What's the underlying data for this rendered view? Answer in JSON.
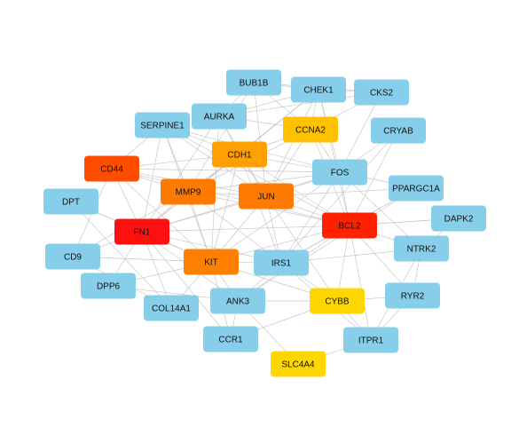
{
  "chart_data": {
    "type": "network",
    "nodes": [
      {
        "id": "BUB1B",
        "label": "BUB1B",
        "color": "#87CEEB"
      },
      {
        "id": "CHEK1",
        "label": "CHEK1",
        "color": "#87CEEB"
      },
      {
        "id": "CKS2",
        "label": "CKS2",
        "color": "#87CEEB"
      },
      {
        "id": "AURKA",
        "label": "AURKA",
        "color": "#87CEEB"
      },
      {
        "id": "SERPINE1",
        "label": "SERPINE1",
        "color": "#87CEEB"
      },
      {
        "id": "CCNA2",
        "label": "CCNA2",
        "color": "#FFC000"
      },
      {
        "id": "CRYAB",
        "label": "CRYAB",
        "color": "#87CEEB"
      },
      {
        "id": "CDH1",
        "label": "CDH1",
        "color": "#FFA000"
      },
      {
        "id": "CD44",
        "label": "CD44",
        "color": "#FF4D00"
      },
      {
        "id": "FOS",
        "label": "FOS",
        "color": "#87CEEB"
      },
      {
        "id": "PPARGC1A",
        "label": "PPARGC1A",
        "color": "#87CEEB"
      },
      {
        "id": "MMP9",
        "label": "MMP9",
        "color": "#FF7A00"
      },
      {
        "id": "JUN",
        "label": "JUN",
        "color": "#FF7A00"
      },
      {
        "id": "DPT",
        "label": "DPT",
        "color": "#87CEEB"
      },
      {
        "id": "DAPK2",
        "label": "DAPK2",
        "color": "#87CEEB"
      },
      {
        "id": "BCL2",
        "label": "BCL2",
        "color": "#FF2200"
      },
      {
        "id": "FN1",
        "label": "FN1",
        "color": "#FF1010"
      },
      {
        "id": "NTRK2",
        "label": "NTRK2",
        "color": "#87CEEB"
      },
      {
        "id": "CD9",
        "label": "CD9",
        "color": "#87CEEB"
      },
      {
        "id": "KIT",
        "label": "KIT",
        "color": "#FF8000"
      },
      {
        "id": "IRS1",
        "label": "IRS1",
        "color": "#87CEEB"
      },
      {
        "id": "DPP6",
        "label": "DPP6",
        "color": "#87CEEB"
      },
      {
        "id": "RYR2",
        "label": "RYR2",
        "color": "#87CEEB"
      },
      {
        "id": "COL14A1",
        "label": "COL14A1",
        "color": "#87CEEB"
      },
      {
        "id": "ANK3",
        "label": "ANK3",
        "color": "#87CEEB"
      },
      {
        "id": "CYBB",
        "label": "CYBB",
        "color": "#FFD700"
      },
      {
        "id": "CCR1",
        "label": "CCR1",
        "color": "#87CEEB"
      },
      {
        "id": "ITPR1",
        "label": "ITPR1",
        "color": "#87CEEB"
      },
      {
        "id": "SLC4A4",
        "label": "SLC4A4",
        "color": "#FFD700"
      }
    ],
    "edges": [
      [
        "BUB1B",
        "CHEK1"
      ],
      [
        "BUB1B",
        "AURKA"
      ],
      [
        "BUB1B",
        "CCNA2"
      ],
      [
        "BUB1B",
        "CKS2"
      ],
      [
        "BUB1B",
        "JUN"
      ],
      [
        "BUB1B",
        "MMP9"
      ],
      [
        "CHEK1",
        "CKS2"
      ],
      [
        "CHEK1",
        "AURKA"
      ],
      [
        "CHEK1",
        "CCNA2"
      ],
      [
        "CHEK1",
        "JUN"
      ],
      [
        "CHEK1",
        "BCL2"
      ],
      [
        "CHEK1",
        "FOS"
      ],
      [
        "CHEK1",
        "CDH1"
      ],
      [
        "CHEK1",
        "FN1"
      ],
      [
        "CKS2",
        "CCNA2"
      ],
      [
        "CKS2",
        "AURKA"
      ],
      [
        "CKS2",
        "FOS"
      ],
      [
        "AURKA",
        "CCNA2"
      ],
      [
        "AURKA",
        "JUN"
      ],
      [
        "AURKA",
        "CDH1"
      ],
      [
        "AURKA",
        "FN1"
      ],
      [
        "AURKA",
        "KIT"
      ],
      [
        "SERPINE1",
        "FN1"
      ],
      [
        "SERPINE1",
        "JUN"
      ],
      [
        "SERPINE1",
        "MMP9"
      ],
      [
        "SERPINE1",
        "CD44"
      ],
      [
        "SERPINE1",
        "FOS"
      ],
      [
        "SERPINE1",
        "CDH1"
      ],
      [
        "SERPINE1",
        "BCL2"
      ],
      [
        "SERPINE1",
        "KIT"
      ],
      [
        "CCNA2",
        "JUN"
      ],
      [
        "CCNA2",
        "CDH1"
      ],
      [
        "CCNA2",
        "BCL2"
      ],
      [
        "CCNA2",
        "FOS"
      ],
      [
        "CCNA2",
        "MMP9"
      ],
      [
        "CRYAB",
        "BCL2"
      ],
      [
        "CRYAB",
        "FOS"
      ],
      [
        "CRYAB",
        "IRS1"
      ],
      [
        "CDH1",
        "JUN"
      ],
      [
        "CDH1",
        "MMP9"
      ],
      [
        "CDH1",
        "FN1"
      ],
      [
        "CDH1",
        "CD44"
      ],
      [
        "CDH1",
        "BCL2"
      ],
      [
        "CDH1",
        "KIT"
      ],
      [
        "CDH1",
        "FOS"
      ],
      [
        "CDH1",
        "IRS1"
      ],
      [
        "CD44",
        "FN1"
      ],
      [
        "CD44",
        "MMP9"
      ],
      [
        "CD44",
        "JUN"
      ],
      [
        "CD44",
        "KIT"
      ],
      [
        "CD44",
        "BCL2"
      ],
      [
        "CD44",
        "FOS"
      ],
      [
        "CD44",
        "CD9"
      ],
      [
        "FOS",
        "JUN"
      ],
      [
        "FOS",
        "BCL2"
      ],
      [
        "FOS",
        "MMP9"
      ],
      [
        "FOS",
        "FN1"
      ],
      [
        "FOS",
        "KIT"
      ],
      [
        "FOS",
        "PPARGC1A"
      ],
      [
        "FOS",
        "IRS1"
      ],
      [
        "FOS",
        "NTRK2"
      ],
      [
        "PPARGC1A",
        "BCL2"
      ],
      [
        "PPARGC1A",
        "IRS1"
      ],
      [
        "PPARGC1A",
        "JUN"
      ],
      [
        "PPARGC1A",
        "ANK3"
      ],
      [
        "MMP9",
        "JUN"
      ],
      [
        "MMP9",
        "FN1"
      ],
      [
        "MMP9",
        "KIT"
      ],
      [
        "MMP9",
        "BCL2"
      ],
      [
        "MMP9",
        "IRS1"
      ],
      [
        "MMP9",
        "CD9"
      ],
      [
        "JUN",
        "FN1"
      ],
      [
        "JUN",
        "BCL2"
      ],
      [
        "JUN",
        "KIT"
      ],
      [
        "JUN",
        "IRS1"
      ],
      [
        "JUN",
        "CYBB"
      ],
      [
        "DPT",
        "FN1"
      ],
      [
        "DPT",
        "COL14A1"
      ],
      [
        "DPT",
        "KIT"
      ],
      [
        "DAPK2",
        "BCL2"
      ],
      [
        "DAPK2",
        "NTRK2"
      ],
      [
        "BCL2",
        "FN1"
      ],
      [
        "BCL2",
        "KIT"
      ],
      [
        "BCL2",
        "IRS1"
      ],
      [
        "BCL2",
        "NTRK2"
      ],
      [
        "BCL2",
        "CYBB"
      ],
      [
        "BCL2",
        "ITPR1"
      ],
      [
        "BCL2",
        "RYR2"
      ],
      [
        "BCL2",
        "ANK3"
      ],
      [
        "BCL2",
        "DAPK2"
      ],
      [
        "FN1",
        "KIT"
      ],
      [
        "FN1",
        "IRS1"
      ],
      [
        "FN1",
        "CD9"
      ],
      [
        "FN1",
        "COL14A1"
      ],
      [
        "FN1",
        "DPP6"
      ],
      [
        "FN1",
        "ANK3"
      ],
      [
        "FN1",
        "CCR1"
      ],
      [
        "NTRK2",
        "IRS1"
      ],
      [
        "NTRK2",
        "RYR2"
      ],
      [
        "NTRK2",
        "ITPR1"
      ],
      [
        "CD9",
        "KIT"
      ],
      [
        "CD9",
        "COL14A1"
      ],
      [
        "KIT",
        "IRS1"
      ],
      [
        "KIT",
        "ANK3"
      ],
      [
        "KIT",
        "COL14A1"
      ],
      [
        "KIT",
        "CCR1"
      ],
      [
        "KIT",
        "CYBB"
      ],
      [
        "KIT",
        "DPP6"
      ],
      [
        "IRS1",
        "ANK3"
      ],
      [
        "IRS1",
        "CYBB"
      ],
      [
        "IRS1",
        "ITPR1"
      ],
      [
        "DPP6",
        "ANK3"
      ],
      [
        "RYR2",
        "ITPR1"
      ],
      [
        "RYR2",
        "CYBB"
      ],
      [
        "ANK3",
        "CYBB"
      ],
      [
        "ANK3",
        "CCR1"
      ],
      [
        "ANK3",
        "SLC4A4"
      ],
      [
        "CYBB",
        "ITPR1"
      ],
      [
        "CYBB",
        "CCR1"
      ],
      [
        "ITPR1",
        "SLC4A4"
      ]
    ]
  }
}
